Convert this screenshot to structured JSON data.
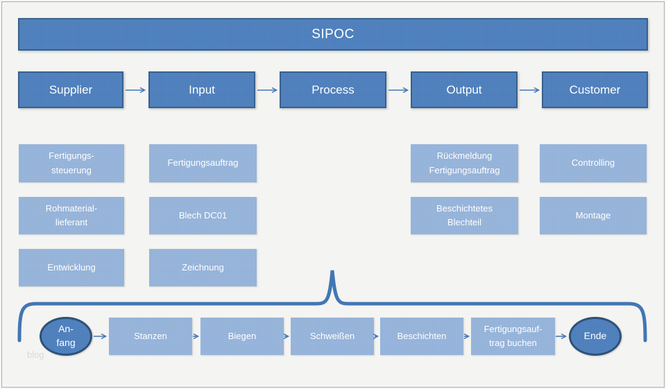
{
  "title": "SIPOC",
  "watermark": "blog",
  "colors": {
    "background": "#f4f4f2",
    "frame_border": "#aeaeac",
    "header_fill": "#4b7ebc",
    "header_border": "#38618f",
    "light_fill": "#94b2d9",
    "ellipse_fill": "#4b7ebc",
    "ellipse_border": "#2e5176",
    "connector": "#4276b4",
    "text": "#ffffff",
    "watermark_color": "#d9d9d6"
  },
  "columns": [
    {
      "label": "Supplier",
      "items": [
        "Fertigungs-\nsteuerung",
        "Rohmaterial-\nlieferant",
        "Entwicklung"
      ]
    },
    {
      "label": "Input",
      "items": [
        "Fertigungsauftrag",
        "Blech DC01",
        "Zeichnung"
      ]
    },
    {
      "label": "Process",
      "items": []
    },
    {
      "label": "Output",
      "items": [
        "Rückmeldung\nFertigungsauftrag",
        "Beschichtetes\nBlechteil"
      ]
    },
    {
      "label": "Customer",
      "items": [
        "Controlling",
        "Montage"
      ]
    }
  ],
  "process_flow": {
    "start": "An-\nfang",
    "steps": [
      "Stanzen",
      "Biegen",
      "Schweißen",
      "Beschichten",
      "Fertigungsauf-\ntrag buchen"
    ],
    "end": "Ende"
  }
}
